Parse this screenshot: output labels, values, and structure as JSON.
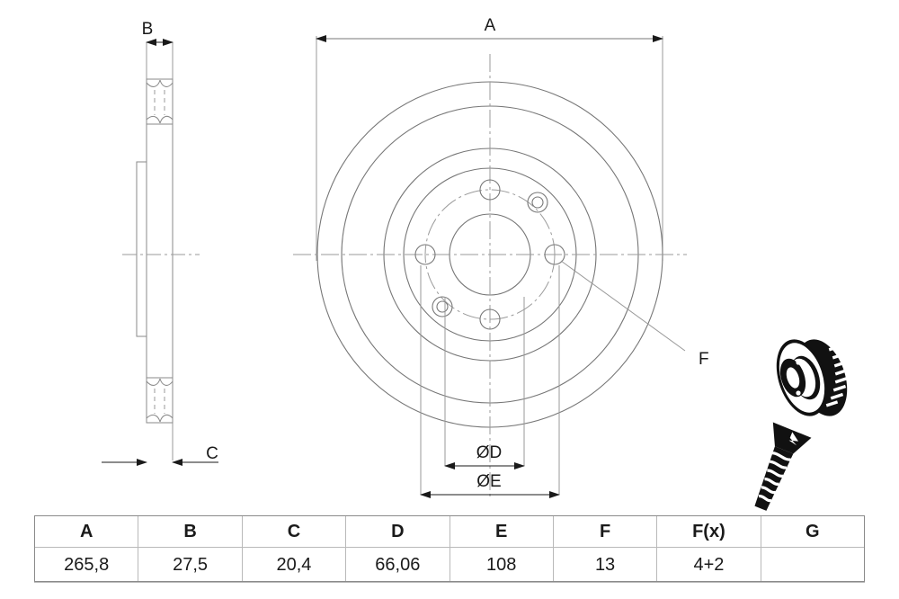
{
  "drawing": {
    "kind": "brake-disc-technical-drawing",
    "views": {
      "side_view": {
        "name": "cross-section-side-view",
        "dimension_labels": [
          "B",
          "C"
        ]
      },
      "front_view": {
        "name": "front-circular-view",
        "dimension_labels": [
          "A",
          "ØD",
          "ØE",
          "F"
        ],
        "bolt_holes_plain": 4,
        "bolt_holes_countersunk": 2
      },
      "illustrations": [
        "vented-brake-disc-3d",
        "countersunk-screw-3d"
      ]
    },
    "callouts": {
      "a": "A",
      "b": "B",
      "c": "C",
      "d": "ØD",
      "e": "ØE",
      "f": "F"
    }
  },
  "table": {
    "name": "dimension-spec-table",
    "headers": [
      "A",
      "B",
      "C",
      "D",
      "E",
      "F",
      "F(x)",
      "G"
    ],
    "values": [
      "265,8",
      "27,5",
      "20,4",
      "66,06",
      "108",
      "13",
      "4+2",
      ""
    ]
  },
  "colors": {
    "line": "#555555",
    "thin_line": "#8a8a8a",
    "center_line": "#9a9a9a",
    "text": "#1a1a1a",
    "table_border": "#b9b9b9",
    "solid_fill": "#111111",
    "background": "#ffffff"
  }
}
